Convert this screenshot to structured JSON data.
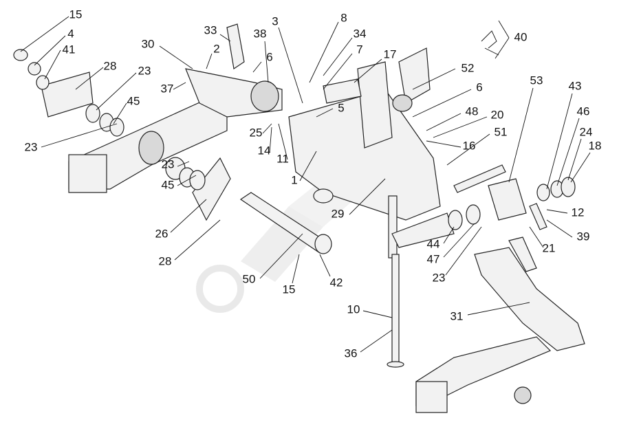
{
  "diagram": {
    "callouts": [
      "15",
      "4",
      "41",
      "28",
      "23",
      "45",
      "23",
      "30",
      "33",
      "2",
      "38",
      "3",
      "8",
      "34",
      "7",
      "17",
      "52",
      "6",
      "37",
      "6",
      "53",
      "43",
      "46",
      "24",
      "18",
      "48",
      "20",
      "16",
      "51",
      "5",
      "25",
      "14",
      "11",
      "1",
      "29",
      "23",
      "45",
      "26",
      "28",
      "50",
      "15",
      "42",
      "12",
      "39",
      "21",
      "44",
      "47",
      "23",
      "10",
      "36",
      "31",
      "40"
    ],
    "colors": {
      "line": "#111111",
      "part_fill": "#f2f2f2",
      "shade": "#d9d9d9"
    }
  }
}
